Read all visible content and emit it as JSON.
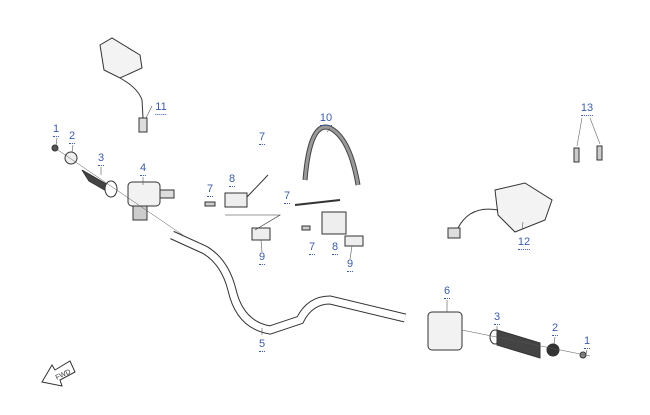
{
  "callouts": [
    {
      "id": "c1a",
      "label": "1"
    },
    {
      "id": "c2a",
      "label": "2"
    },
    {
      "id": "c3a",
      "label": "3"
    },
    {
      "id": "c4",
      "label": "4"
    },
    {
      "id": "c11",
      "label": "11"
    },
    {
      "id": "c7a",
      "label": "7"
    },
    {
      "id": "c8a",
      "label": "8"
    },
    {
      "id": "c7b",
      "label": "7"
    },
    {
      "id": "c9a",
      "label": "9"
    },
    {
      "id": "c10",
      "label": "10"
    },
    {
      "id": "c7c",
      "label": "7"
    },
    {
      "id": "c7d",
      "label": "7"
    },
    {
      "id": "c8b",
      "label": "8"
    },
    {
      "id": "c9b",
      "label": "9"
    },
    {
      "id": "c13",
      "label": "13"
    },
    {
      "id": "c12",
      "label": "12"
    },
    {
      "id": "c6",
      "label": "6"
    },
    {
      "id": "c5",
      "label": "5"
    },
    {
      "id": "c3b",
      "label": "3"
    },
    {
      "id": "c2b",
      "label": "2"
    },
    {
      "id": "c1b",
      "label": "1"
    }
  ],
  "fwd_label": "FWD",
  "colors": {
    "label": "#3a5bb0",
    "line": "#333333"
  }
}
